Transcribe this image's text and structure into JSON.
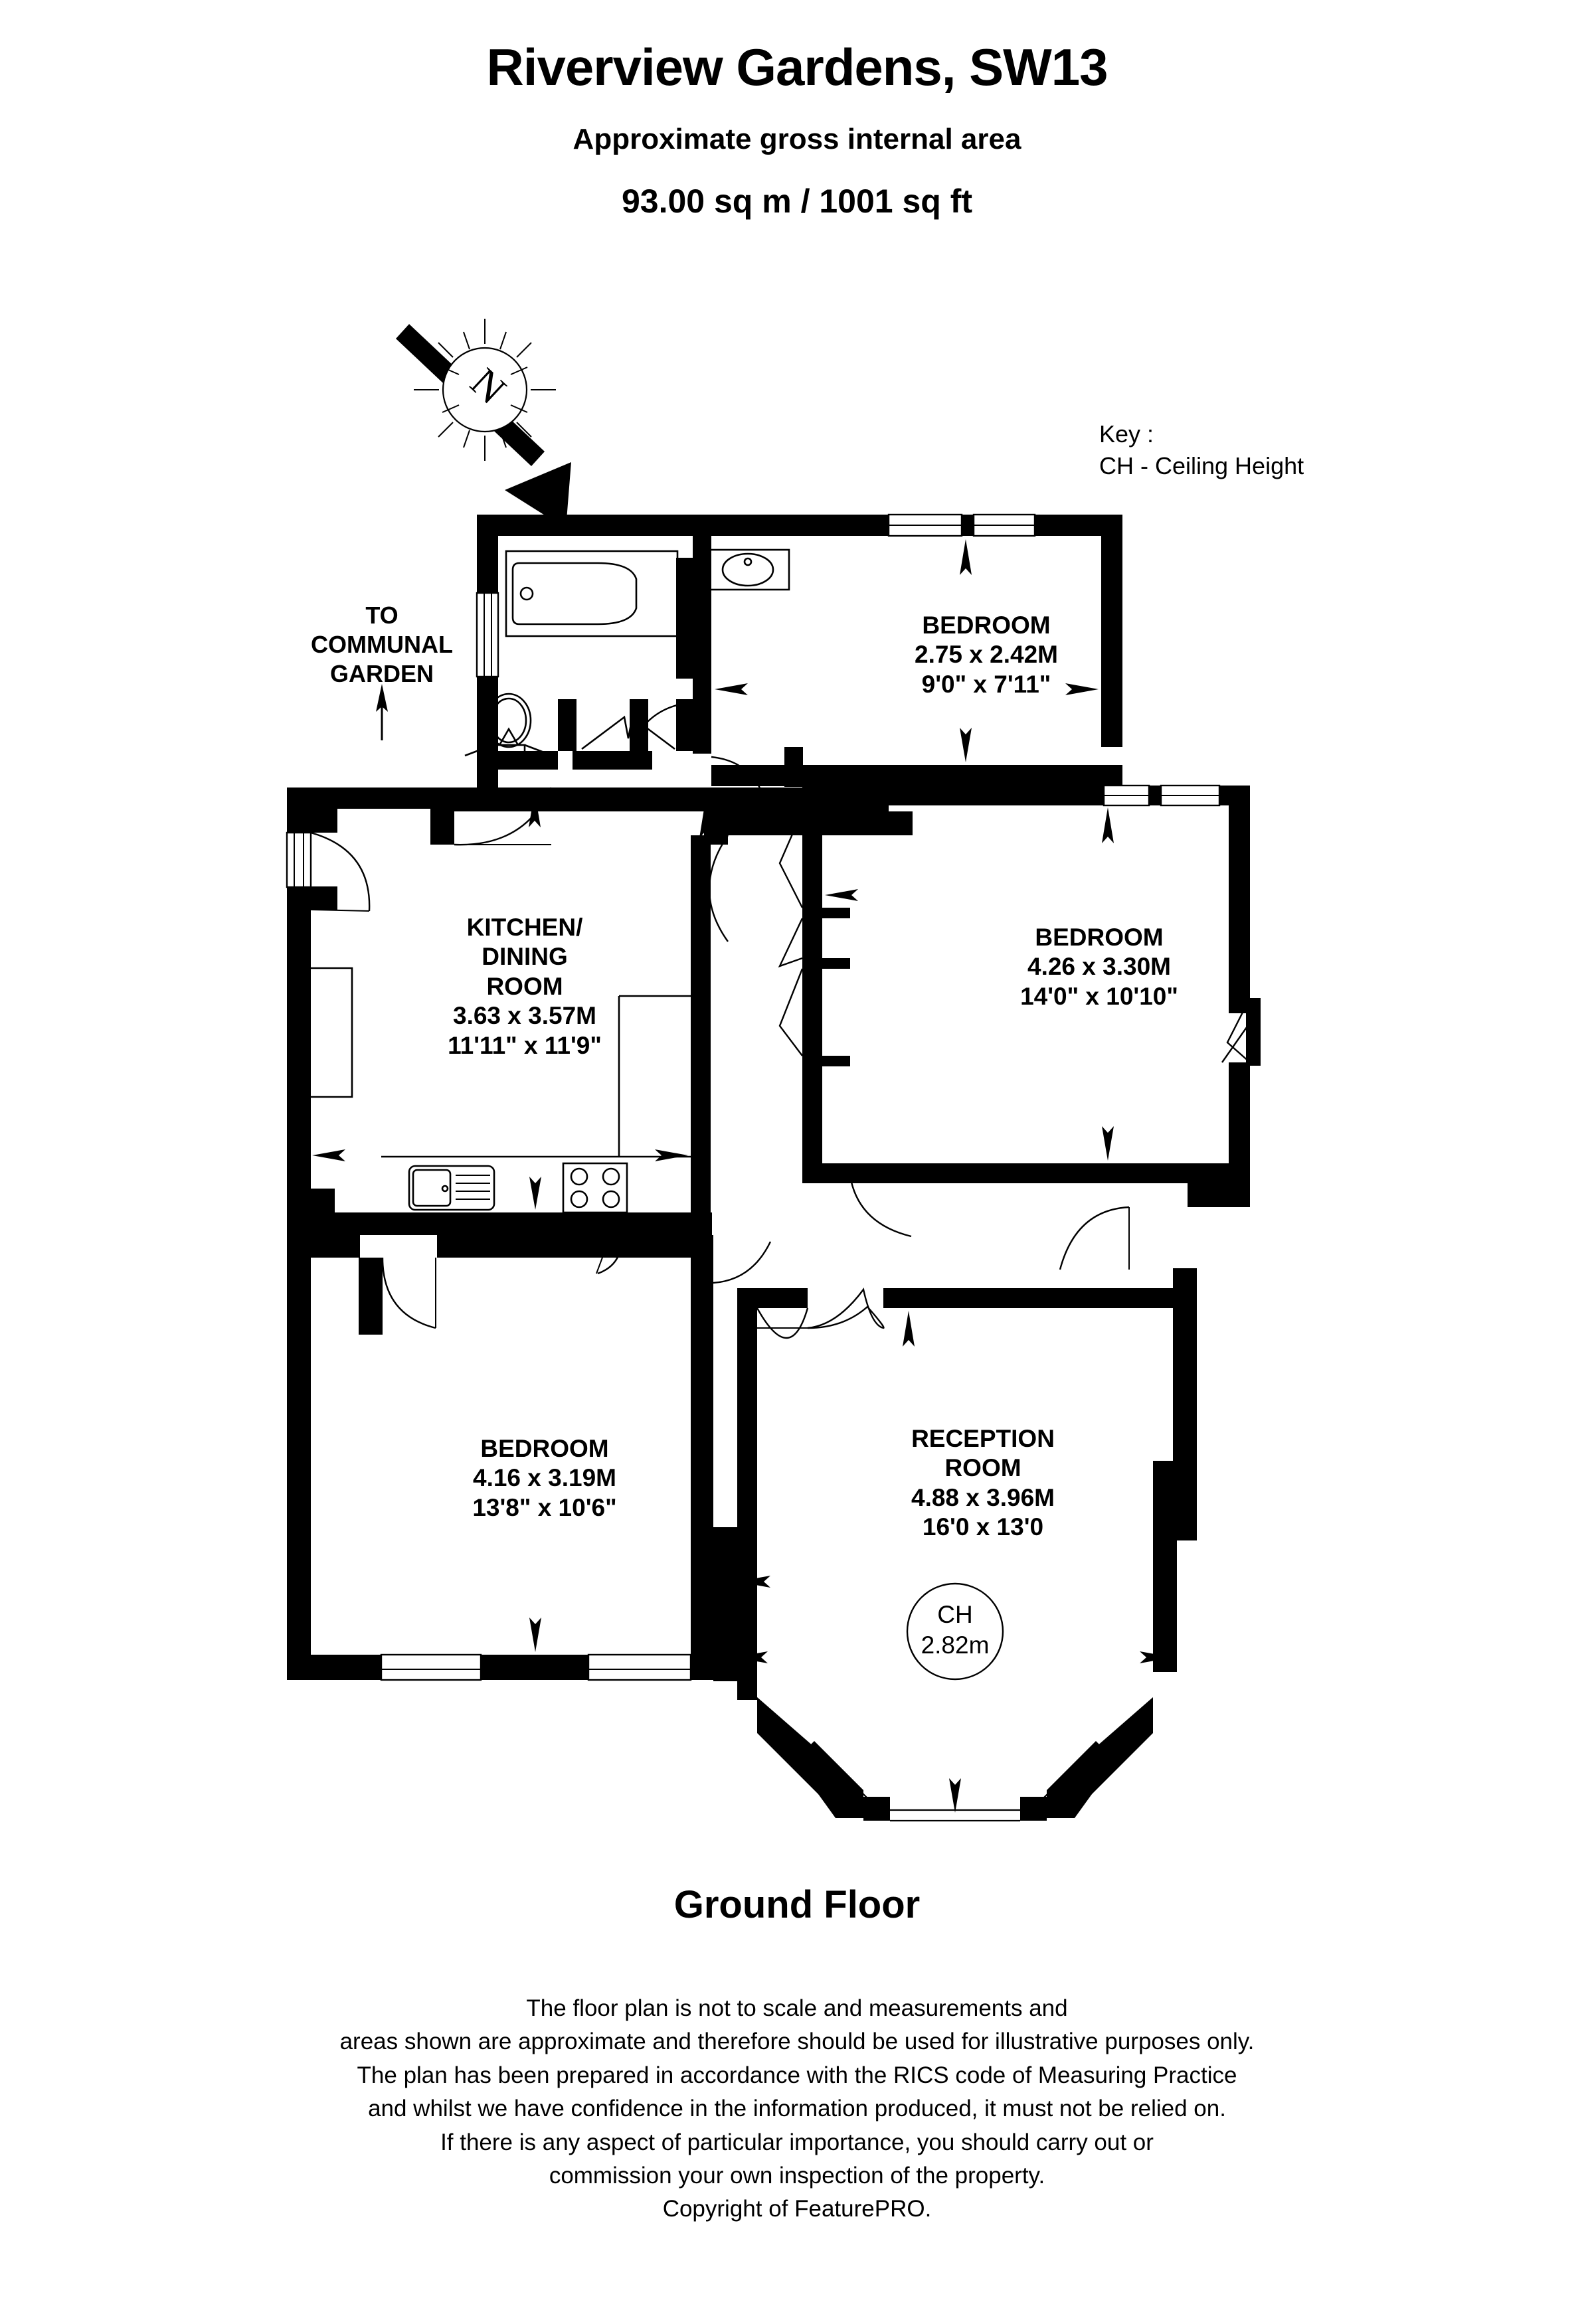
{
  "header": {
    "title": "Riverview Gardens, SW13",
    "subtitle": "Approximate gross internal area",
    "area": "93.00 sq m /  1001 sq ft"
  },
  "key": {
    "heading": "Key :",
    "line": "CH - Ceiling Height"
  },
  "compass": {
    "north_letter": "N"
  },
  "annotations": {
    "communal_garden": "TO\nCOMMUNAL\nGARDEN",
    "communal_garden_line1": "TO",
    "communal_garden_line2": "COMMUNAL",
    "communal_garden_line3": "GARDEN",
    "ceiling_height_label": "CH",
    "ceiling_height_value": "2.82m"
  },
  "rooms": [
    {
      "id": "bedroom-top",
      "name": "BEDROOM",
      "metric": "2.75 x 2.42M",
      "imperial": "9'0\" x 7'11\""
    },
    {
      "id": "bedroom-middle",
      "name": "BEDROOM",
      "metric": "4.26 x 3.30M",
      "imperial": "14'0\" x 10'10\""
    },
    {
      "id": "kitchen-dining",
      "name_line1": "KITCHEN/",
      "name_line2": "DINING",
      "name_line3": "ROOM",
      "metric": "3.63 x 3.57M",
      "imperial": "11'11\" x 11'9\""
    },
    {
      "id": "bedroom-bottom",
      "name": "BEDROOM",
      "metric": "4.16 x 3.19M",
      "imperial": "13'8\" x 10'6\""
    },
    {
      "id": "reception-room",
      "name_line1": "RECEPTION",
      "name_line2": "ROOM",
      "metric": "4.88 x 3.96M",
      "imperial": "16'0 x 13'0"
    }
  ],
  "floor_caption": "Ground Floor",
  "disclaimer": {
    "line1": "The floor plan is not to scale and measurements and",
    "line2": "areas shown are approximate and therefore should be used for illustrative purposes only.",
    "line3": "The plan has been prepared in accordance with the RICS code of Measuring Practice",
    "line4": "and whilst we have confidence in the information produced, it must not be relied on.",
    "line5": "If there is any aspect of particular importance, you should carry out or",
    "line6": "commission your own inspection of the property.",
    "line7": "Copyright of FeaturePRO."
  },
  "colors": {
    "wall": "#000000",
    "background": "#ffffff",
    "fixture_stroke": "#000000"
  }
}
